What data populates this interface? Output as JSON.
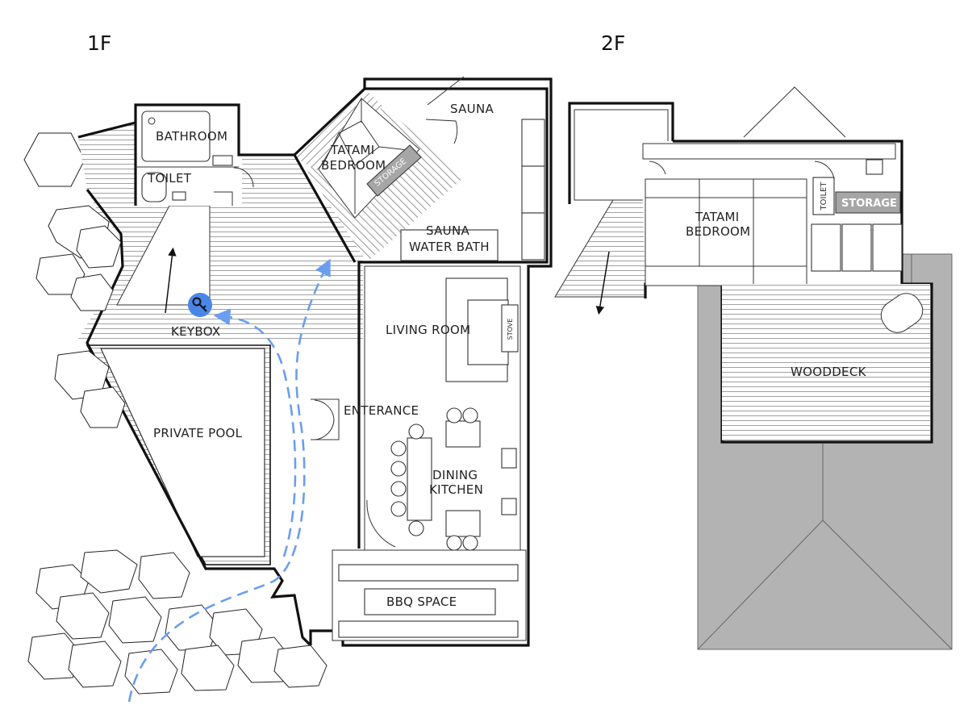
{
  "floors": {
    "first": "1F",
    "second": "2F"
  },
  "rooms_1f": {
    "bathroom": "BATHROOM",
    "toilet": "TOILET",
    "tatami_line1": "TATAMI",
    "tatami_line2": "BEDROOM",
    "storage": "STORAGE",
    "sauna": "SAUNA",
    "sauna_water_line1": "SAUNA",
    "sauna_water_line2": "WATER BATH",
    "living_room": "LIVING ROOM",
    "stove": "STOVE",
    "keybox": "KEYBOX",
    "private_pool": "PRIVATE POOL",
    "entrance": "ENTERANCE",
    "dining_line1": "DINING",
    "dining_line2": "KITCHEN",
    "bbq_space": "BBQ SPACE"
  },
  "rooms_2f": {
    "tatami_line1": "TATAMI",
    "tatami_line2": "BEDROOM",
    "toilet": "TOILET",
    "storage": "STORAGE",
    "wooddeck": "WOODDECK"
  },
  "colors": {
    "route": "#6b9df0",
    "keybox_marker": "#4a86e8",
    "storage_fill": "#a6a6a6",
    "roof_fill": "#b3b3b3",
    "wall": "#111111"
  },
  "icons": {
    "keybox": "key-icon",
    "route": "dashed-route-arrow"
  }
}
